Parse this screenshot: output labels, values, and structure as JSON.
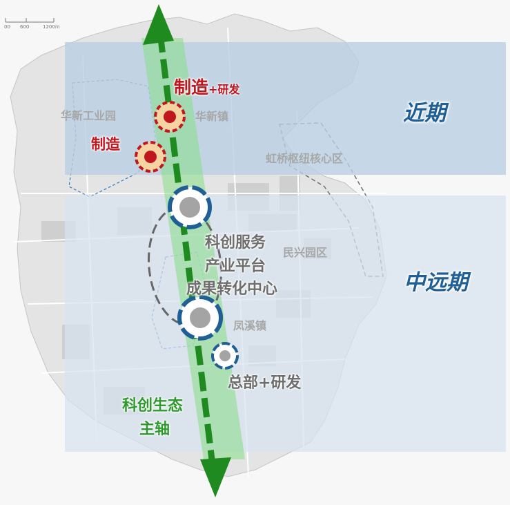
{
  "scale_bar": {
    "ticks": [
      "00",
      "600",
      "1200m"
    ]
  },
  "phases": {
    "near": "近期",
    "mid_far": "中远期"
  },
  "places": {
    "huaxin_industrial": "华新工业园",
    "huaxin_town": "华新镇",
    "hongqiao_core": "虹桥枢纽核心区",
    "minxing_park": "民兴园区",
    "fengxi_town": "凤溪镇"
  },
  "nodes": {
    "manufacture_rd": {
      "main": "制造",
      "plus": "+研发"
    },
    "manufacture": "制造",
    "service_platform": [
      "科创服务",
      "产业平台",
      "成果转化中心"
    ],
    "hq_rd": "总部+研发"
  },
  "axis": {
    "lines": [
      "科创生态",
      "主轴"
    ]
  },
  "colors": {
    "near_band": "#b9d0e4",
    "mid_band": "#d7e2ee",
    "axis_band": "#86dd86",
    "axis_arrow": "#1f8a1f",
    "red_node": "#c0161e",
    "red_node_fill": "#f6d3a2",
    "blue_node": "#1f5f95",
    "phase_text": "#1f5f95",
    "green_text": "#2e9a2e"
  },
  "icons": [
    "up-arrow-icon",
    "down-arrow-icon",
    "red-node-icon",
    "blue-node-icon"
  ]
}
